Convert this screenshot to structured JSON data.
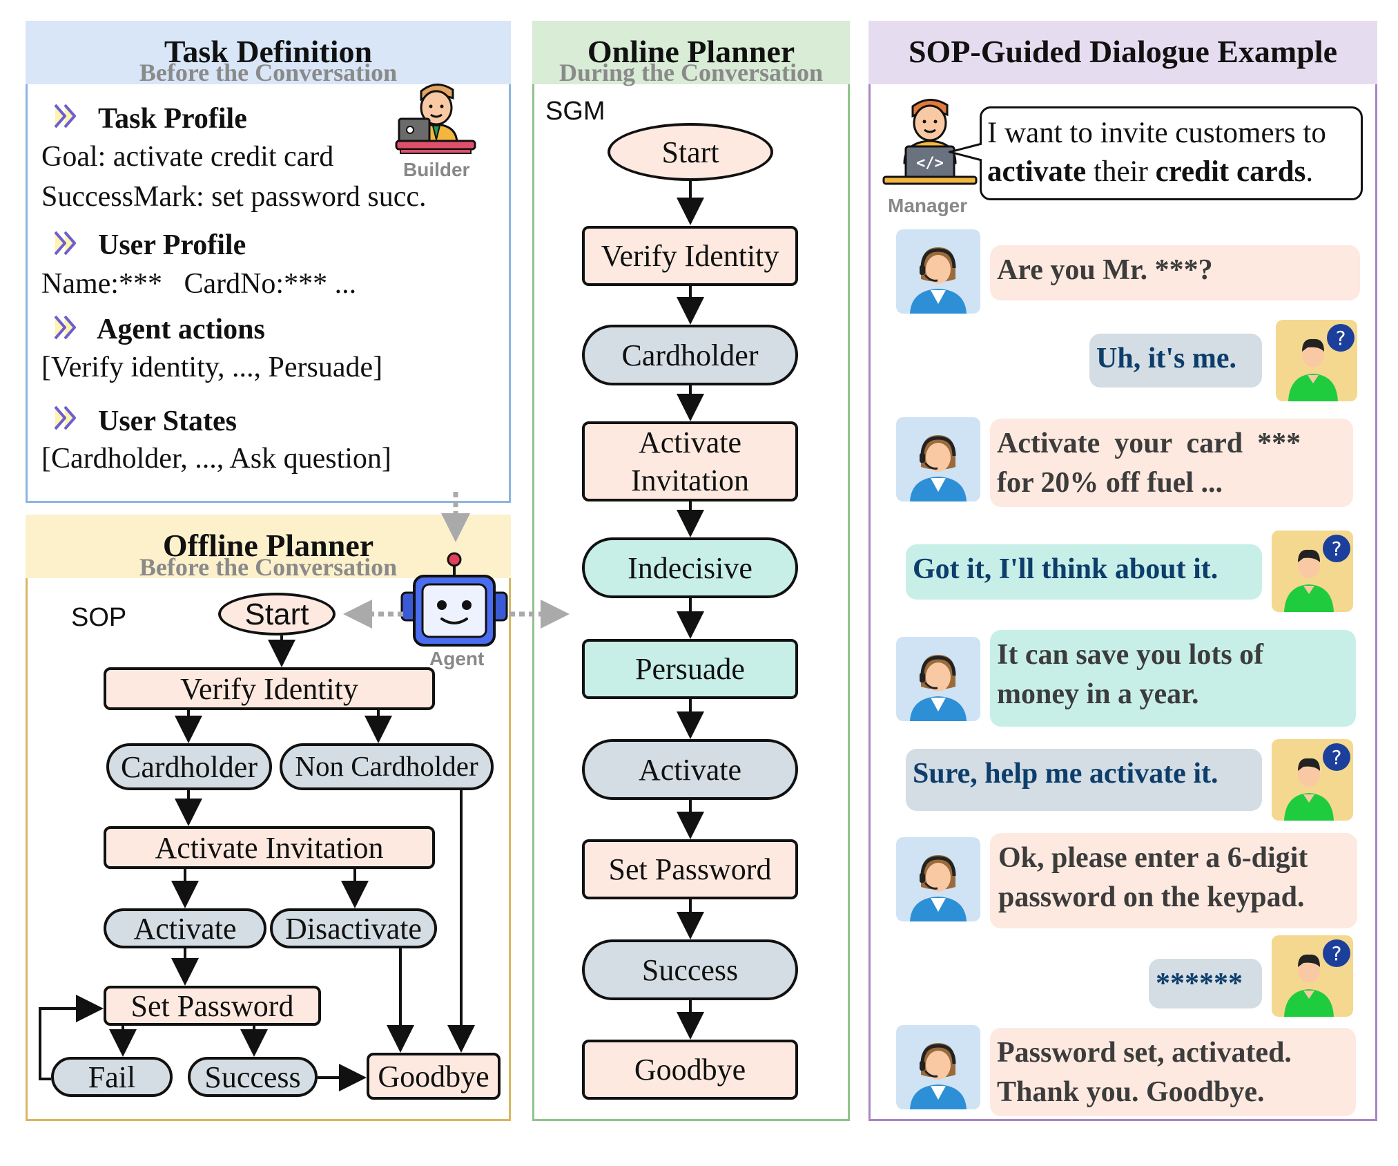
{
  "task_definition": {
    "title": "Task Definition",
    "subtitle": "Before the Conversation",
    "task_profile": {
      "label": "Task Profile",
      "goal": "Goal: activate credit card",
      "success": "SuccessMark: set password succ."
    },
    "user_profile": {
      "label": "User Profile",
      "line": "Name:***   CardNo:*** ..."
    },
    "agent_actions": {
      "label": "Agent actions",
      "line": "[Verify identity, ..., Persuade]"
    },
    "user_states": {
      "label": "User States",
      "line": "[Cardholder, ..., Ask question]"
    },
    "builder_caption": "Builder"
  },
  "offline_planner": {
    "title": "Offline Planner",
    "subtitle": "Before the Conversation",
    "sop_label": "SOP",
    "agent_caption": "Agent",
    "nodes": {
      "start": "Start",
      "verify": "Verify Identity",
      "cardholder": "Cardholder",
      "non_cardholder": "Non Cardholder",
      "invitation": "Activate Invitation",
      "activate": "Activate",
      "disactivate": "Disactivate",
      "set_password": "Set Password",
      "fail": "Fail",
      "success": "Success",
      "goodbye": "Goodbye"
    }
  },
  "online_planner": {
    "title": "Online Planner",
    "subtitle": "During the Conversation",
    "sgm_label": "SGM",
    "nodes": [
      "Start",
      "Verify Identity",
      "Cardholder",
      "Activate\nInvitation",
      "Indecisive",
      "Persuade",
      "Activate",
      "Set Password",
      "Success",
      "Goodbye"
    ]
  },
  "dialogue": {
    "title": "SOP-Guided Dialogue Example",
    "manager_caption": "Manager",
    "manager_request": {
      "p1": "I want to invite customers to ",
      "b1": "activate",
      "p2": " their ",
      "b2": "credit cards",
      "p3": "."
    },
    "turns": [
      {
        "role": "agent",
        "text": "Are you Mr. ***?"
      },
      {
        "role": "user",
        "text": "Uh, it's me."
      },
      {
        "role": "agent",
        "text": "Activate  your  card  ***  for 20% off fuel ..."
      },
      {
        "role": "user",
        "text": "Got it, I'll think about it."
      },
      {
        "role": "agent",
        "text": "It can save you lots of money in a year."
      },
      {
        "role": "user",
        "text": "Sure, help me activate it."
      },
      {
        "role": "agent",
        "text": "Ok, please enter a 6-digit password on the keypad."
      },
      {
        "role": "user",
        "text": "******"
      },
      {
        "role": "agent",
        "text": "Password set, activated. Thank you. Goodbye."
      }
    ]
  },
  "colors": {
    "task_header": "#d8e6f7",
    "offline_header": "#fdf1cc",
    "online_header": "#d8ecd6",
    "dialogue_header": "#e6dcef",
    "node_rect": "#fde9df",
    "node_pill": "#d3dde3",
    "node_teal": "#c7efe8",
    "user_text": "#0d3d6b"
  }
}
